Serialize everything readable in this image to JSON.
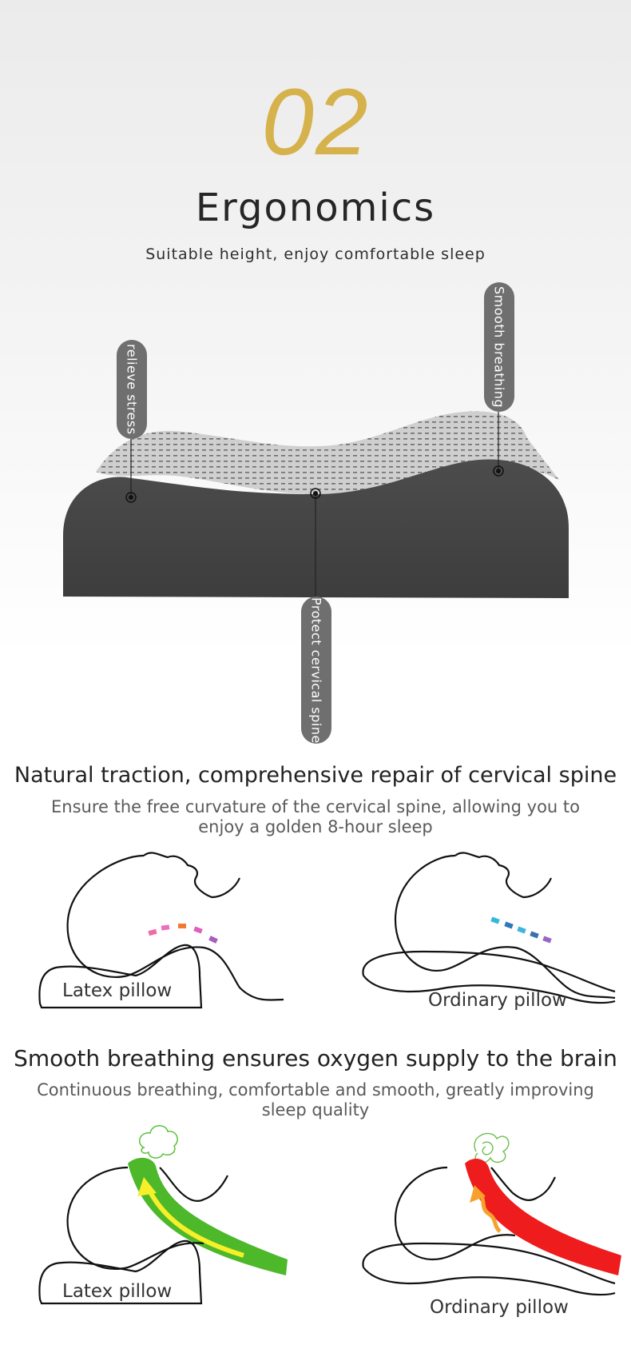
{
  "header": {
    "number": "02",
    "title": "Ergonomics",
    "subtitle": "Suitable height, enjoy comfortable sleep"
  },
  "callouts": {
    "stress": "relieve stress",
    "breathing": "Smooth breathing",
    "spine": "Protect cervical spine"
  },
  "section_traction": {
    "title": "Natural traction, comprehensive repair of cervical spine",
    "description": "Ensure the free curvature of the cervical spine, allowing you to enjoy a golden 8-hour sleep",
    "latex_label": "Latex pillow",
    "ordinary_label": "Ordinary pillow"
  },
  "section_breathing": {
    "title": "Smooth breathing ensures oxygen supply to the brain",
    "description": "Continuous breathing, comfortable and smooth, greatly improving sleep quality",
    "latex_label": "Latex pillow",
    "ordinary_label": "Ordinary pillow"
  },
  "colors": {
    "accent_gold": "#d6b24c",
    "pillow_gray": "#4a4a4a",
    "airway_green": "#4cb82a",
    "airway_red": "#ee1c1c"
  }
}
